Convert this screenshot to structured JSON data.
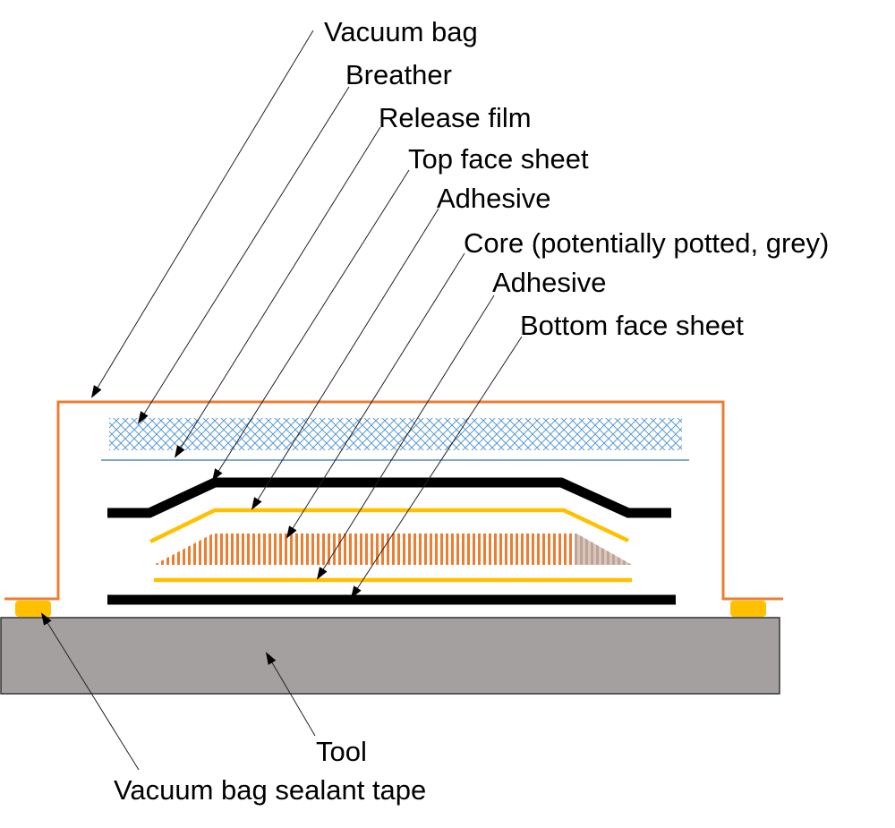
{
  "labels": {
    "vacuum_bag": "Vacuum bag",
    "breather": "Breather",
    "release_film": "Release film",
    "top_face_sheet": "Top face sheet",
    "adhesive_top": "Adhesive",
    "core": "Core (potentially potted, grey)",
    "adhesive_bottom": "Adhesive",
    "bottom_face_sheet": "Bottom face sheet",
    "tool": "Tool",
    "sealant_tape": "Vacuum bag sealant tape"
  },
  "colors": {
    "vacuum_bag": "#ED7D31",
    "breather": "#5B9BD5",
    "release_film": "#2E75B6",
    "face_sheet": "#000000",
    "adhesive": "#FFC000",
    "core": "#ED7D31",
    "core_potted": "#BFA397",
    "tool_fill": "#A5A0A0",
    "tool_stroke": "#333333",
    "sealant_tape": "#FFC000",
    "leader_line": "#222222"
  }
}
